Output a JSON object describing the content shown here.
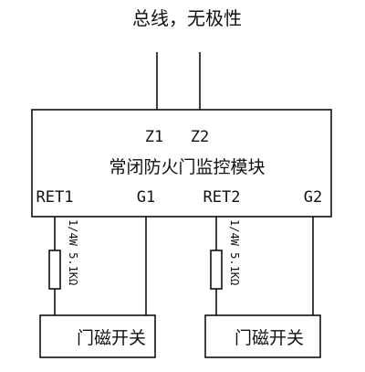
{
  "diagram": {
    "bus_label": "总线，无极性",
    "module": {
      "name": "常闭防火门监控模块",
      "terminals": {
        "z1": "Z1",
        "z2": "Z2",
        "ret1": "RET1",
        "g1": "G1",
        "ret2": "RET2",
        "g2": "G2"
      }
    },
    "resistors": [
      {
        "label": "1/4W 5.1KΩ"
      },
      {
        "label": "1/4W 5.1KΩ"
      }
    ],
    "switches": [
      {
        "label": "门磁开关"
      },
      {
        "label": "门磁开关"
      }
    ],
    "colors": {
      "line": "#111111",
      "background": "#ffffff"
    }
  }
}
